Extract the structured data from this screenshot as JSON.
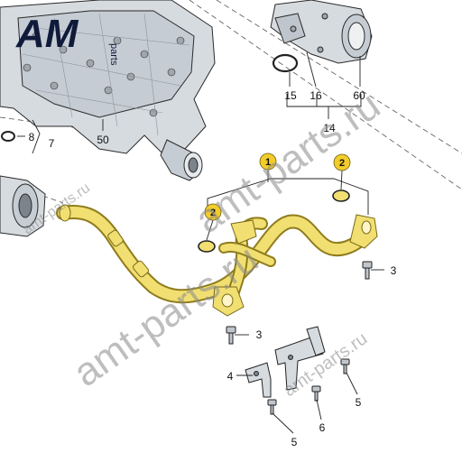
{
  "brand": {
    "logo_main": "AM",
    "logo_sub": "parts"
  },
  "watermarks": [
    "amt-parts.ru",
    "amt-parts.ru",
    "amt-parts.ru",
    "amt-parts.ru"
  ],
  "callouts": {
    "c1": "1",
    "c2a": "2",
    "c2b": "2",
    "c3a": "3",
    "c3b": "3",
    "c4": "4",
    "c5a": "5",
    "c5b": "5",
    "c6": "6",
    "c7": "7",
    "c8": "8",
    "c14": "14",
    "c15": "15",
    "c16": "16",
    "c60": "60",
    "c50": "50"
  },
  "colors": {
    "pipe": "#f1df72",
    "pipe_edge": "#8f7c1c",
    "badge": "#f2cc2a",
    "housing": "#d6dbe0",
    "line": "#222222"
  }
}
